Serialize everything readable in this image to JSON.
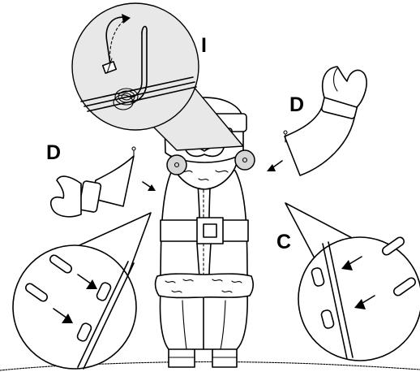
{
  "labels": {
    "label_i": "I",
    "label_d_right": "D",
    "label_d_left": "D",
    "label_c": "C"
  }
}
